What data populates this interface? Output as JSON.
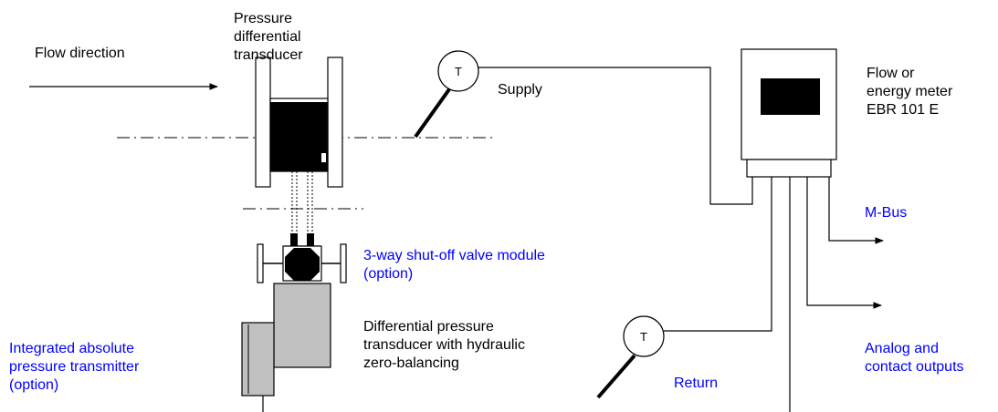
{
  "labels": {
    "flow_direction": "Flow direction",
    "pressure_transducer": "Pressure\ndifferential\ntransducer",
    "supply": "Supply",
    "meter": "Flow or\nenergy meter\nEBR 101 E",
    "mbus": "M-Bus",
    "valve_module": "3-way shut-off valve module\n(option)",
    "dp_transducer": "Differential pressure\ntransducer with hydraulic\nzero-balancing",
    "absolute_transmitter": "Integrated absolute\npressure  transmitter\n(option)",
    "return": "Return",
    "analog_outputs": "Analog and\ncontact outputs",
    "sensor_symbol": "T"
  },
  "colors": {
    "annotation_blue": "#0000ff",
    "text_black": "#000000",
    "module_gray": "#c0c0c0"
  }
}
